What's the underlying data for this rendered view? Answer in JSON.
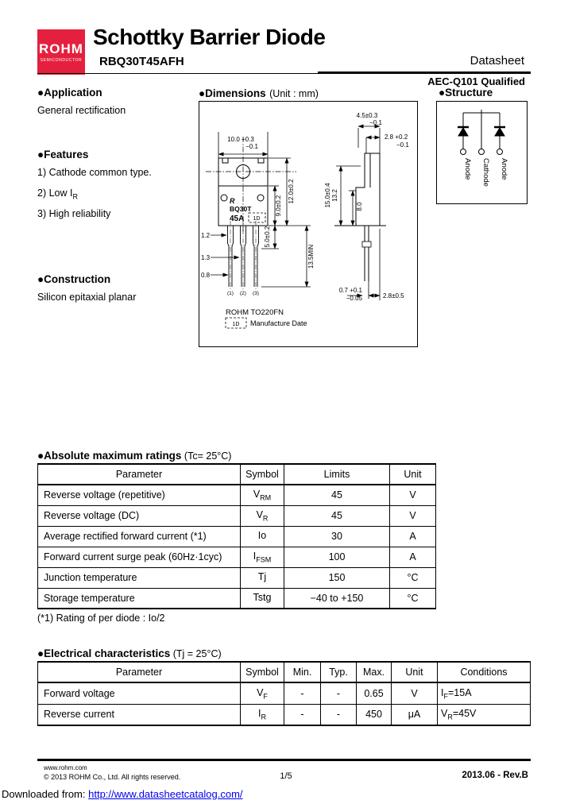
{
  "header": {
    "logo_name": "ROHM",
    "logo_sub": "SEMICONDUCTOR",
    "brand_color": "#e5203e",
    "title": "Schottky Barrier Diode",
    "part_number": "RBQ30T45AFH",
    "doc_type": "Datasheet",
    "qualification": "AEC-Q101 Qualified"
  },
  "application": {
    "heading": "●Application",
    "body": "General rectification"
  },
  "features": {
    "heading": "●Features",
    "items": [
      {
        "num": "1)",
        "pre": "Cathode common type.",
        "sub": ""
      },
      {
        "num": "2)",
        "pre": "Low I",
        "sub": "R"
      },
      {
        "num": "3)",
        "pre": "High reliability",
        "sub": ""
      }
    ]
  },
  "construction": {
    "heading": "●Construction",
    "body": "Silicon epitaxial planar"
  },
  "dimensions": {
    "heading": "●Dimensions",
    "unit_note": "(Unit : mm)",
    "package_name": "ROHM TO220FN",
    "mfg_label": "Manufacture Date",
    "marking": {
      "logo": "R",
      "line1": "BQ30T",
      "line2": "45A",
      "datecode": "1D"
    },
    "labels": {
      "width_top": "10.0 +0.3",
      "width_tol": "−0.1",
      "h_inner": "9.0±0.2",
      "h_outer": "12.0±0.2",
      "lead_upper": "5.0±0.2",
      "lead_min": "13.5MIN",
      "lw1": "1.2",
      "lw2": "1.3",
      "lw3": "0.8",
      "pins": [
        "(1)",
        "(2)",
        "(3)"
      ],
      "side_w": "4.5±0.3",
      "side_w_tol": "−0.1",
      "side_w2": "2.8 +0.2",
      "side_w2_tol": "−0.1",
      "side_h": "15.0±0.4",
      "side_h2": "13.2",
      "side_h3": "8.0",
      "lead_t": "0.7 +0.1",
      "lead_t_tol": "−0.05",
      "side_b": "2.8±0.5"
    }
  },
  "structure": {
    "heading": "●Structure",
    "terminals": [
      "Anode",
      "Cathode",
      "Anode"
    ]
  },
  "abs_max": {
    "title": "●Absolute maximum ratings",
    "condition": " (Tc= 25°C)",
    "headers": [
      "Parameter",
      "Symbol",
      "Limits",
      "Unit"
    ],
    "rows": [
      {
        "param": "Reverse voltage (repetitive)",
        "sym": "V",
        "sub": "RM",
        "limit": "45",
        "unit": "V"
      },
      {
        "param": "Reverse voltage (DC)",
        "sym": "V",
        "sub": "R",
        "limit": "45",
        "unit": "V"
      },
      {
        "param": "Average rectified forward current (*1)",
        "sym": "Io",
        "sub": "",
        "limit": "30",
        "unit": "A"
      },
      {
        "param": "Forward current surge peak (60Hz·1cyc)",
        "sym": "I",
        "sub": "FSM",
        "limit": "100",
        "unit": "A"
      },
      {
        "param": "Junction temperature",
        "sym": "Tj",
        "sub": "",
        "limit": "150",
        "unit": "°C"
      },
      {
        "param": "Storage temperature",
        "sym": "Tstg",
        "sub": "",
        "limit": "−40 to +150",
        "unit": "°C"
      }
    ],
    "footnote": "(*1) Rating of per diode : Io/2"
  },
  "elec": {
    "title": "●Electrical characteristics",
    "condition": " (Tj = 25°C)",
    "headers": [
      "Parameter",
      "Symbol",
      "Min.",
      "Typ.",
      "Max.",
      "Unit",
      "Conditions"
    ],
    "rows": [
      {
        "param": "Forward voltage",
        "sym": "V",
        "sub": "F",
        "min": "-",
        "typ": "-",
        "max": "0.65",
        "unit": "V",
        "cond_pre": "I",
        "cond_sub": "F",
        "cond_post": "=15A"
      },
      {
        "param": "Reverse current",
        "sym": "I",
        "sub": "R",
        "min": "-",
        "typ": "-",
        "max": "450",
        "unit": "μA",
        "cond_pre": "V",
        "cond_sub": "R",
        "cond_post": "=45V"
      }
    ]
  },
  "footer": {
    "site": "www.rohm.com",
    "copyright": "© 2013  ROHM Co., Ltd. All rights reserved.",
    "page": "1/5",
    "revision": "2013.06 -  Rev.B"
  },
  "download": {
    "prefix": "Downloaded from: ",
    "url": "http://www.datasheetcatalog.com/"
  }
}
